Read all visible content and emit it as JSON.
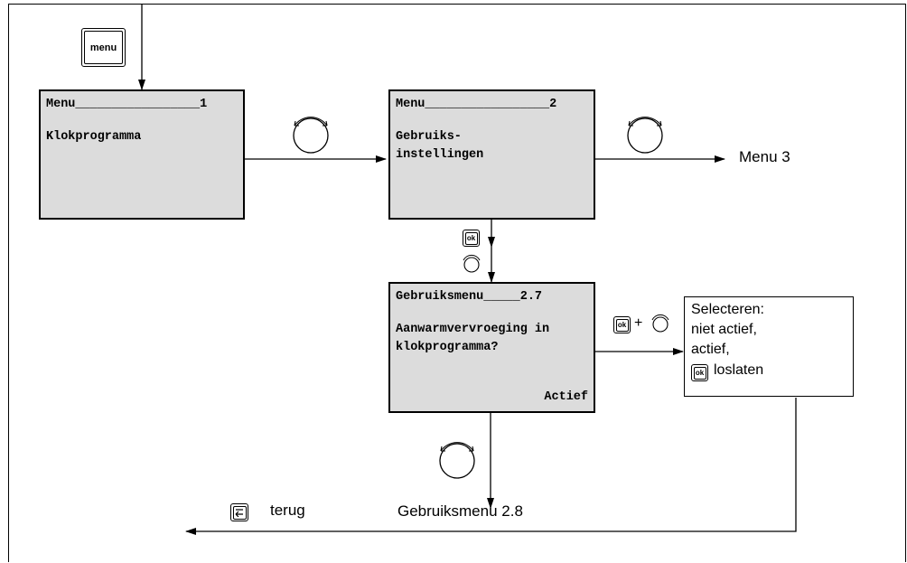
{
  "screens": {
    "s1": {
      "header": "Menu_________________1",
      "body": "Klokprogramma",
      "value": ""
    },
    "s2": {
      "header": "Menu_________________2",
      "body": "Gebruiks-\ninstellingen",
      "value": ""
    },
    "s3": {
      "header": "Gebruiksmenu_____2.7",
      "body": "Aanwarmvervroeging in\nklokprogramma?",
      "value": "Actief"
    }
  },
  "labels": {
    "menu3": "Menu 3",
    "next_menu": "Gebruiksmenu 2.8",
    "back": "terug",
    "plus": "+"
  },
  "buttons": {
    "menu": "menu",
    "ok": "ok"
  },
  "select_box": {
    "line1": "Selecteren:",
    "line2": "niet actief,",
    "line3": "actief,",
    "line4": "loslaten"
  },
  "icons": [
    "menu-key-icon",
    "ok-key-icon",
    "rotary-knob-icon",
    "back-key-icon",
    "arrow-icon"
  ]
}
